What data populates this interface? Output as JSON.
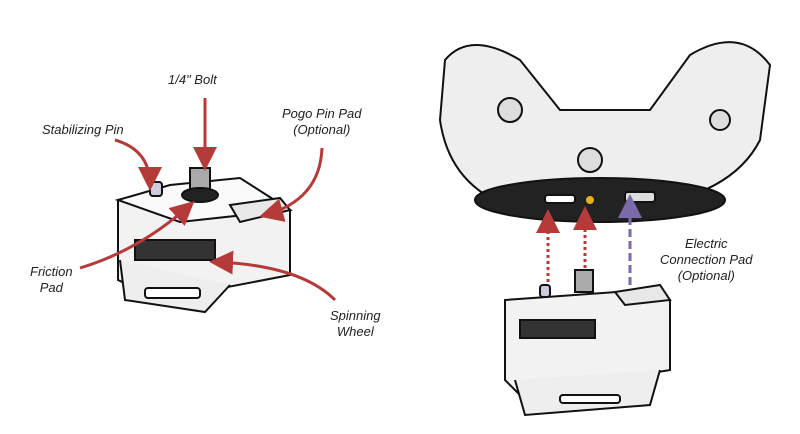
{
  "labels": {
    "bolt": "1/4\" Bolt",
    "pogo_line1": "Pogo Pin Pad",
    "pogo_line2": "(Optional)",
    "stabilizing_pin": "Stabilizing Pin",
    "friction_line1": "Friction",
    "friction_line2": "Pad",
    "spinning_line1": "Spinning",
    "spinning_line2": "Wheel",
    "electric_line1": "Electric",
    "electric_line2": "Connection Pad",
    "electric_line3": "(Optional)"
  },
  "colors": {
    "arrow_red": "#b53a3a",
    "arrow_purple": "#7a6aa8",
    "outline": "#111111"
  }
}
